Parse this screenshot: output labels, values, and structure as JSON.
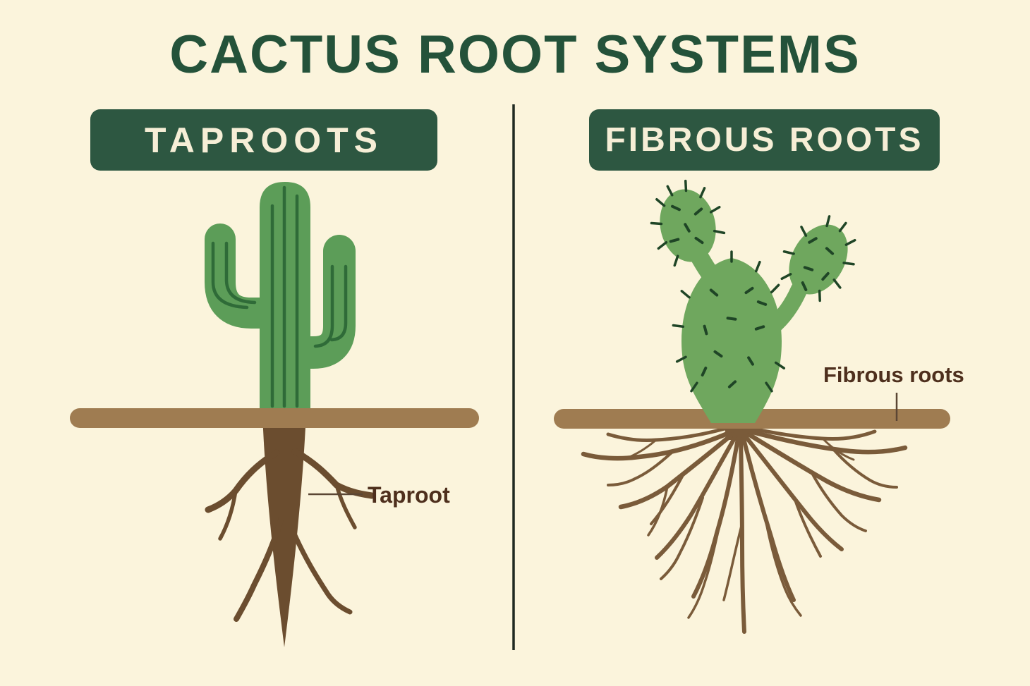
{
  "title": "CACTUS ROOT SYSTEMS",
  "panels": {
    "left": {
      "badge": "TAPROOTS",
      "label": "Taproot"
    },
    "right": {
      "badge": "FIBROUS ROOTS",
      "label": "Fibrous roots"
    }
  },
  "colors": {
    "background": "#FBF4DC",
    "title_green": "#24523A",
    "badge_green": "#2D5741",
    "badge_text": "#F6EED6",
    "saguaro_green": "#5C9D58",
    "saguaro_rib": "#2F6B38",
    "pricklypear_green": "#6FA75E",
    "spine_dark": "#1F4526",
    "soil_brown": "#9F7C51",
    "taproot_brown": "#6B4D2F",
    "fibrous_brown": "#7A5B3A",
    "label_brown": "#4E2F1D",
    "leader_line": "#5B4634",
    "divider": "#1F2921"
  }
}
